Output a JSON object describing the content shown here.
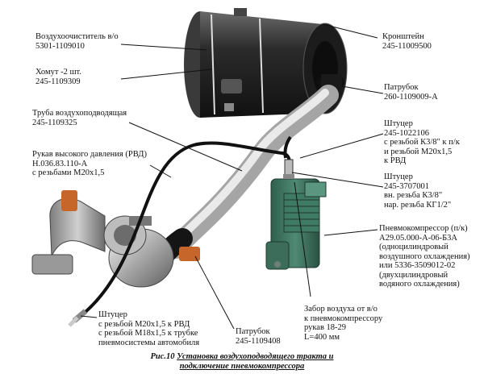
{
  "labels": {
    "air_filter": [
      "Воздухоочиститель в/о",
      "5301-1109010"
    ],
    "bracket": [
      "Кронштейн",
      "245-11009500"
    ],
    "clamp": [
      "Хомут -2 шт.",
      "245-1109309"
    ],
    "pipe_260": [
      "Патрубок",
      "260-1109009-А"
    ],
    "intake_pipe": [
      "Труба воздухоподводящая",
      "245-1109325"
    ],
    "fitting_1022106": [
      "Штуцер",
      "245-1022106",
      "с резьбой К3/8\" к п/к",
      "и резьбой М20х1,5",
      "к РВД"
    ],
    "hose_rvd": [
      "Рукав высокого давления (РВД)",
      "Н.036.83.110-А",
      "с резьбами М20х1,5"
    ],
    "fitting_3707001": [
      "Штуцер",
      "245-3707001",
      "вн. резьба К3/8\"",
      "нар. резьба КГ1/2\""
    ],
    "compressor": [
      "Пневмокомпрессор (п/к)",
      "А29.05.000-А-06-Б3А",
      "(одноцилиндровый",
      "воздушного охлаждения)",
      "или 5336-3509012-02",
      "(двухцилиндровый",
      "водяного охлаждения)"
    ],
    "fitting_m20": [
      "Штуцер",
      "с резьбой М20х1,5 к РВД",
      "с резьбой М18х1,5 к трубке",
      "пневмосистемы автомобиля"
    ],
    "pipe_408": [
      "Патрубок",
      "245-1109408"
    ],
    "air_intake": [
      "Забор воздуха от в/о",
      "к пневмокомпрессору",
      "рукав 18-29",
      "L=400 мм"
    ]
  },
  "caption": {
    "prefix": "Рис.10",
    "line1": "Установка воздухоподводящего тракта и",
    "line2": "подключение пневмокомпрессора"
  }
}
